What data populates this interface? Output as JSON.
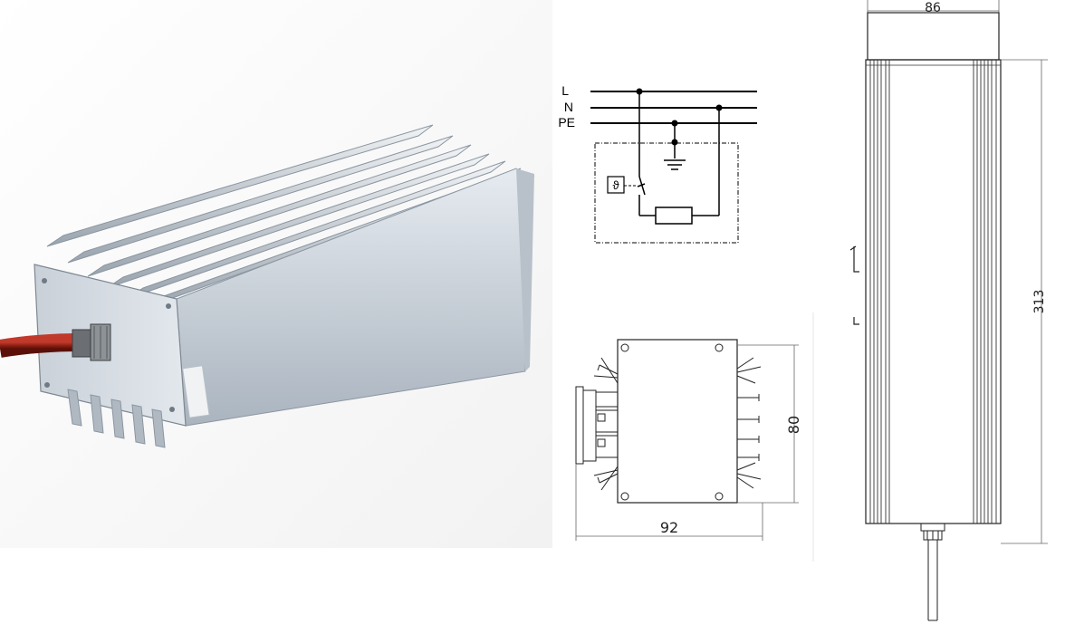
{
  "wiring": {
    "labels": [
      "L",
      "N",
      "PE"
    ],
    "thermostat_symbol": "ϑ"
  },
  "dimensions": {
    "top_width": "86",
    "side_length": "313",
    "front_height": "80",
    "front_width": "92"
  },
  "icons": {
    "product": "enclosure-heater-photo",
    "ground": "ground-icon",
    "resistor": "resistor-icon"
  }
}
